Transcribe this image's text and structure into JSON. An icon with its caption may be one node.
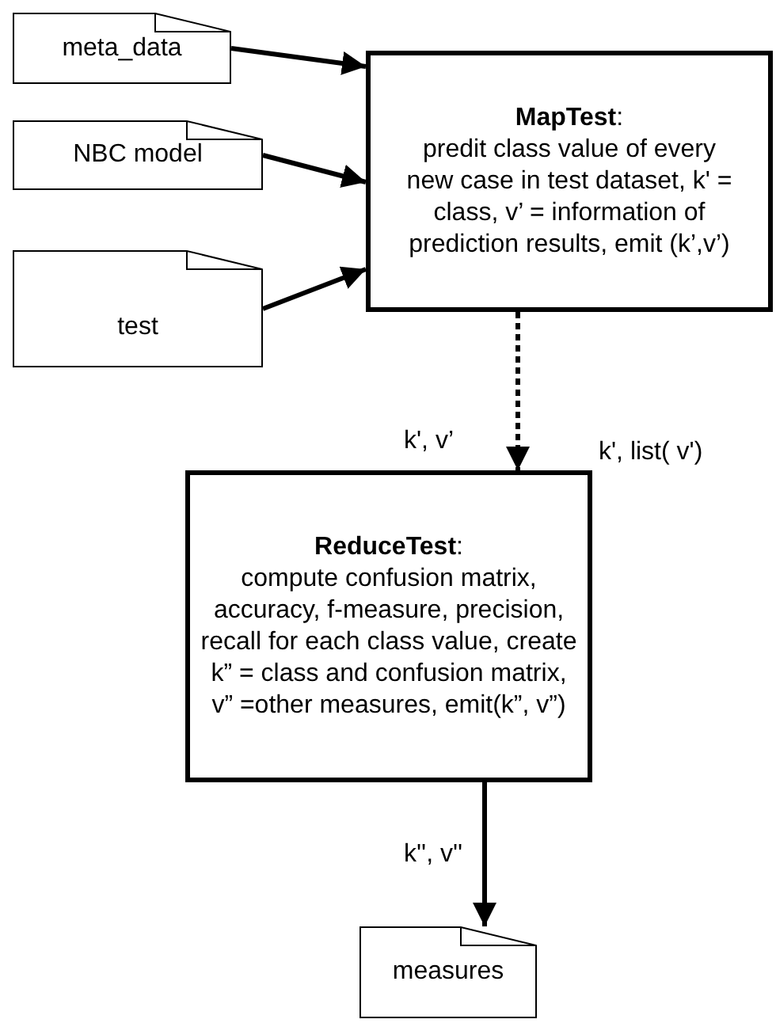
{
  "diagram": {
    "nodes": [
      {
        "text": [
          "meta_data"
        ]
      },
      {
        "text": [
          "NBC model"
        ]
      },
      {
        "text": [
          "test"
        ]
      },
      {
        "text": [
          "**MapTest**:",
          "predit class value of every new case in test dataset, k' = class, v’ = information of prediction results, emit (k’,v’)"
        ]
      },
      {
        "text": [
          "**ReduceTest**:",
          "compute confusion matrix, accuracy, f-measure, precision, recall for each class value, create k” = class and confusion matrix, v” =other measures, emit(k”, v”)"
        ]
      },
      {
        "text": [
          "measures"
        ]
      }
    ],
    "edges": [
      {
        "from": 0,
        "to": 3,
        "arrow": "to"
      },
      {
        "from": 1,
        "to": 3,
        "arrow": "to"
      },
      {
        "from": 2,
        "to": 3,
        "arrow": "to"
      },
      {
        "from": 3,
        "to": 4,
        "arrow": "to",
        "style": "dashed",
        "label": "k', v’"
      },
      {
        "from": 4,
        "to": 5,
        "arrow": "to",
        "label": "k'', v''"
      }
    ],
    "labels": [
      "k', list( v')"
    ]
  }
}
